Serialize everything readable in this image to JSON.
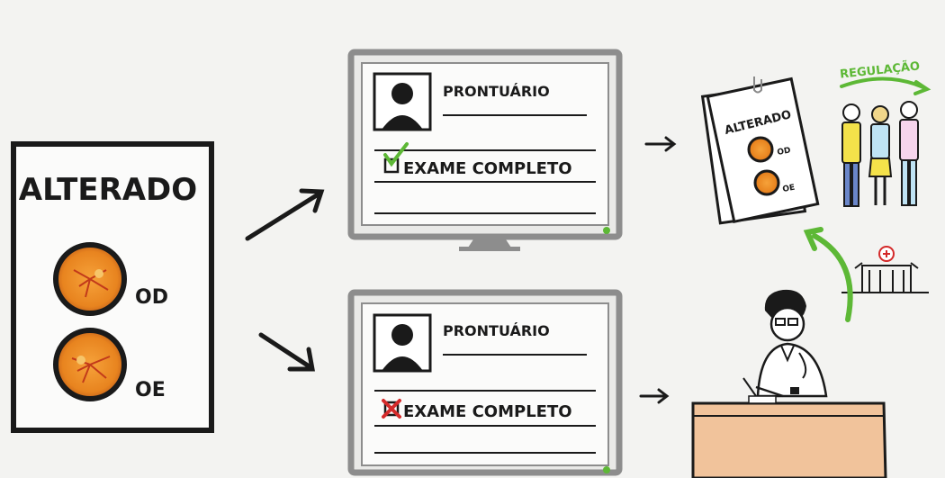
{
  "card": {
    "title": "ALTERADO",
    "eye_right": "OD",
    "eye_left": "OE"
  },
  "record_top": {
    "title": "PRONTUÁRIO",
    "exam_label": "EXAME COMPLETO",
    "exam_status": "checked"
  },
  "record_bottom": {
    "title": "PRONTUÁRIO",
    "exam_label": "EXAME COMPLETO",
    "exam_status": "not-checked"
  },
  "referral_sheet": {
    "title": "ALTERADO",
    "eye_right": "OD",
    "eye_left": "OE"
  },
  "regulation": {
    "label": "REGULAÇÃO"
  },
  "colors": {
    "fundus": "#e8841f",
    "check_green": "#5db836",
    "cross_red": "#d42a2a",
    "ink": "#1a1a1a",
    "desk": "#f1c39b"
  }
}
